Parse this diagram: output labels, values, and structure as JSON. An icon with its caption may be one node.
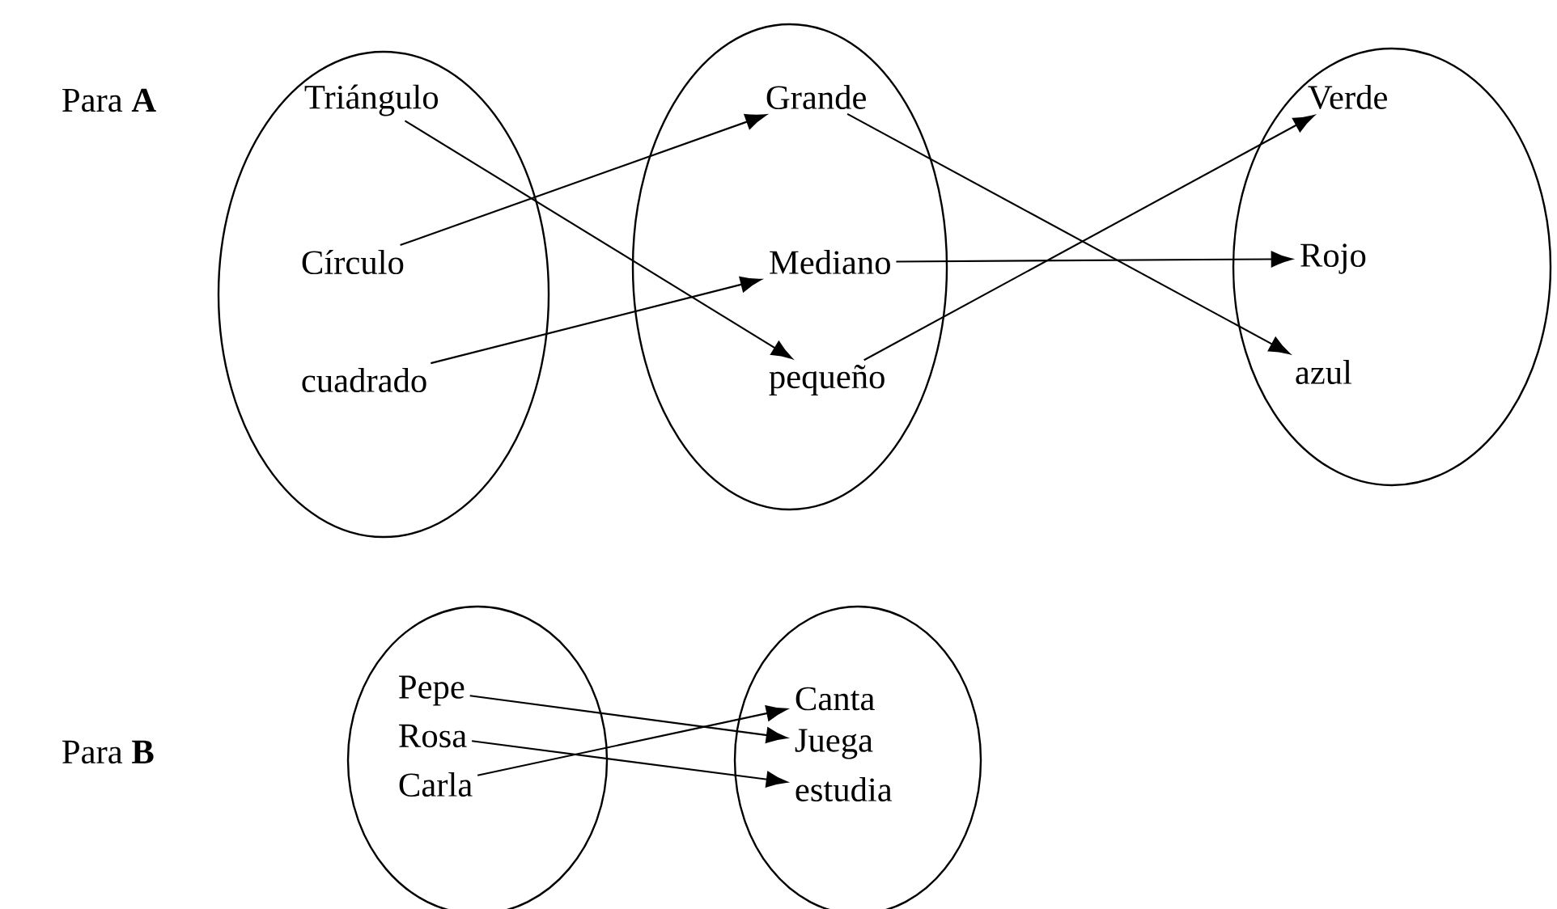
{
  "diagram": {
    "nodes": [
      {
        "text": [],
        "shape": "circle"
      },
      {
        "text": [
          "Triángulo"
        ],
        "in": 0
      },
      {
        "text": [
          "Círculo"
        ],
        "in": 0
      },
      {
        "text": [
          "cuadrado"
        ],
        "in": 0
      },
      {
        "text": [],
        "shape": "circle"
      },
      {
        "text": [
          "Grande"
        ],
        "in": 4
      },
      {
        "text": [
          "Mediano"
        ],
        "in": 4
      },
      {
        "text": [
          "pequeño"
        ],
        "in": 4
      },
      {
        "text": [],
        "shape": "circle"
      },
      {
        "text": [
          "Verde"
        ],
        "in": 8
      },
      {
        "text": [
          "Rojo"
        ],
        "in": 8
      },
      {
        "text": [
          "azul"
        ],
        "in": 8
      },
      {
        "text": [],
        "shape": "circle"
      },
      {
        "text": [
          "Pepe"
        ],
        "in": 12
      },
      {
        "text": [
          "Rosa"
        ],
        "in": 12
      },
      {
        "text": [
          "Carla"
        ],
        "in": 12
      },
      {
        "text": [],
        "shape": "circle"
      },
      {
        "text": [
          "Canta"
        ],
        "in": 16
      },
      {
        "text": [
          "Juega"
        ],
        "in": 16
      },
      {
        "text": [
          "estudia"
        ],
        "in": 16
      }
    ],
    "edges": [
      {
        "from": 1,
        "to": 7,
        "arrow": "to"
      },
      {
        "from": 2,
        "to": 5,
        "arrow": "to"
      },
      {
        "from": 3,
        "to": 6,
        "arrow": "to"
      },
      {
        "from": 5,
        "to": 11,
        "arrow": "to"
      },
      {
        "from": 6,
        "to": 10,
        "arrow": "to"
      },
      {
        "from": 7,
        "to": 9,
        "arrow": "to"
      },
      {
        "from": 13,
        "to": 18,
        "arrow": "to"
      },
      {
        "from": 14,
        "to": 19,
        "arrow": "to"
      },
      {
        "from": 15,
        "to": 17,
        "arrow": "to"
      }
    ],
    "labels": [
      "Para **A**",
      "Para **B**"
    ]
  }
}
